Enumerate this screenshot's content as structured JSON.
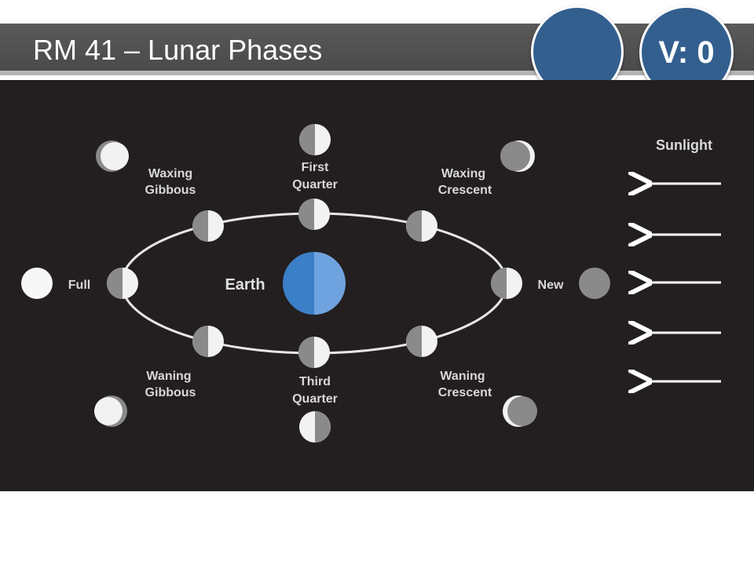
{
  "header": {
    "title": "RM 41 – Lunar Phases",
    "badge_text": "V: 0",
    "badge_color": "#335f8f"
  },
  "diagram": {
    "background": "#231f20",
    "earth_label": "Earth",
    "sunlight_label": "Sunlight",
    "arrow_count": 5,
    "phases": {
      "first_quarter": [
        "First",
        "Quarter"
      ],
      "waxing_gibbous": [
        "Waxing",
        "Gibbous"
      ],
      "waxing_crescent": [
        "Waxing",
        "Crescent"
      ],
      "full": "Full",
      "new": "New",
      "waning_gibbous": [
        "Waning",
        "Gibbous"
      ],
      "third_quarter": [
        "Third",
        "Quarter"
      ],
      "waning_crescent": [
        "Waning",
        "Crescent"
      ]
    }
  }
}
